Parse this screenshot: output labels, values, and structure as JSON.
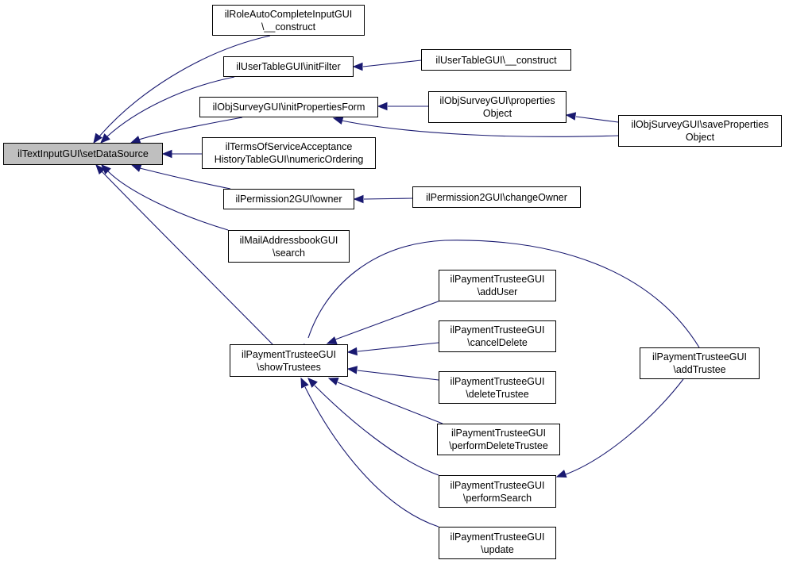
{
  "diagram": {
    "type": "call-graph",
    "direction": "right-to-left callers",
    "colors": {
      "edge": "#191970",
      "root_fill": "#bfbfbf",
      "node_fill": "#ffffff",
      "border": "#000000"
    },
    "nodes": {
      "root": {
        "lines": [
          "ilTextInputGUI\\setDataSource"
        ]
      },
      "roleAuto": {
        "lines": [
          "ilRoleAutoCompleteInputGUI",
          "\\__construct"
        ]
      },
      "userInitFilter": {
        "lines": [
          "ilUserTableGUI\\initFilter"
        ]
      },
      "objInitProps": {
        "lines": [
          "ilObjSurveyGUI\\initPropertiesForm"
        ]
      },
      "terms": {
        "lines": [
          "ilTermsOfServiceAcceptance",
          "HistoryTableGUI\\numericOrdering"
        ]
      },
      "permOwner": {
        "lines": [
          "ilPermission2GUI\\owner"
        ]
      },
      "mailSearch": {
        "lines": [
          "ilMailAddressbookGUI",
          "\\search"
        ]
      },
      "showTrustees": {
        "lines": [
          "ilPaymentTrusteeGUI",
          "\\showTrustees"
        ]
      },
      "userConstruct": {
        "lines": [
          "ilUserTableGUI\\__construct"
        ]
      },
      "propsObject": {
        "lines": [
          "ilObjSurveyGUI\\properties",
          "Object"
        ]
      },
      "saveProps": {
        "lines": [
          "ilObjSurveyGUI\\saveProperties",
          "Object"
        ]
      },
      "changeOwner": {
        "lines": [
          "ilPermission2GUI\\changeOwner"
        ]
      },
      "addUser": {
        "lines": [
          "ilPaymentTrusteeGUI",
          "\\addUser"
        ]
      },
      "cancelDelete": {
        "lines": [
          "ilPaymentTrusteeGUI",
          "\\cancelDelete"
        ]
      },
      "deleteTrustee": {
        "lines": [
          "ilPaymentTrusteeGUI",
          "\\deleteTrustee"
        ]
      },
      "performDelete": {
        "lines": [
          "ilPaymentTrusteeGUI",
          "\\performDeleteTrustee"
        ]
      },
      "performSearch": {
        "lines": [
          "ilPaymentTrusteeGUI",
          "\\performSearch"
        ]
      },
      "update": {
        "lines": [
          "ilPaymentTrusteeGUI",
          "\\update"
        ]
      },
      "addTrustee": {
        "lines": [
          "ilPaymentTrusteeGUI",
          "\\addTrustee"
        ]
      }
    },
    "edges": [
      {
        "from": "roleAuto",
        "to": "root"
      },
      {
        "from": "userInitFilter",
        "to": "root"
      },
      {
        "from": "objInitProps",
        "to": "root"
      },
      {
        "from": "terms",
        "to": "root"
      },
      {
        "from": "permOwner",
        "to": "root"
      },
      {
        "from": "mailSearch",
        "to": "root"
      },
      {
        "from": "showTrustees",
        "to": "root"
      },
      {
        "from": "userConstruct",
        "to": "userInitFilter"
      },
      {
        "from": "propsObject",
        "to": "objInitProps"
      },
      {
        "from": "saveProps",
        "to": "objInitProps"
      },
      {
        "from": "saveProps",
        "to": "propsObject"
      },
      {
        "from": "changeOwner",
        "to": "permOwner"
      },
      {
        "from": "addUser",
        "to": "showTrustees"
      },
      {
        "from": "cancelDelete",
        "to": "showTrustees"
      },
      {
        "from": "deleteTrustee",
        "to": "showTrustees"
      },
      {
        "from": "performDelete",
        "to": "showTrustees"
      },
      {
        "from": "performSearch",
        "to": "showTrustees"
      },
      {
        "from": "update",
        "to": "showTrustees"
      },
      {
        "from": "addTrustee",
        "to": "showTrustees"
      },
      {
        "from": "addTrustee",
        "to": "performSearch"
      }
    ]
  }
}
